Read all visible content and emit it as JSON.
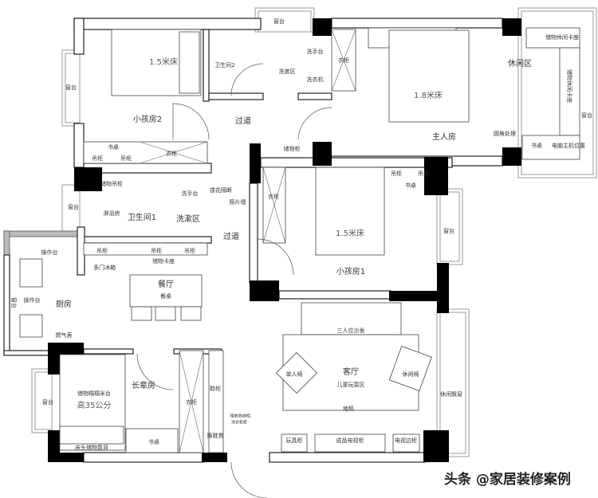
{
  "labels": {
    "window_top": "窗台",
    "wash_area_top": "洗漱区",
    "bed_kid2": "1.5米床",
    "bathroom2": "卫生间2",
    "window_left_top": "窗台",
    "kid_room2": "小孩房2",
    "corridor_top": "过道",
    "wardrobe_kid2": "衣柜",
    "desk_kid2": "书桌",
    "cabinet_kid2_a": "吊柜",
    "cabinet_kid2_b": "吊柜",
    "storage_hanging": "储物吊柜",
    "washer": "洗衣机",
    "wash_basin_top": "洗手台",
    "wardrobe_master": "衣柜",
    "bed_master": "1.8米床",
    "master_room": "主人房",
    "leisure_area": "休闲区",
    "storage_seat_top": "储物休闲卡座",
    "storage_seat_side": "储物休闲卡座",
    "window_right": "窗台",
    "rounded_corner": "圆角处理",
    "desk_master": "书桌",
    "pc_host": "电脑主机位置",
    "storage_cabinet": "储物柜",
    "wardrobe_kid1": "衣柜",
    "bed_kid1": "1.5米床",
    "desk_kid1": "书桌",
    "cabinet_kid1_a": "吊柜",
    "cabinet_kid1_b": "吊柜",
    "window_kid1": "窗台",
    "kid_room1": "小孩房1",
    "photo_wall": "照片墙",
    "lattice_partition": "镂花隔断",
    "wash_basin": "洗手台",
    "bathroom1": "卫生间1",
    "shower_room": "淋浴房",
    "wash_area": "洗漱区",
    "window_left_mid": "窗台",
    "corridor_mid": "过道",
    "counter_top": "操作台",
    "counter": "操作台",
    "window_kitchen": "窗台",
    "kitchen": "厨房",
    "cabinet_a": "吊柜",
    "cabinet_b": "吊柜",
    "cabinet_c": "吊柜",
    "fridge": "多门冰箱",
    "storage_booth": "储物卡座",
    "dining_room": "餐厅",
    "dining_table": "餐桌",
    "gas_meter": "燃气表",
    "window_elder": "窗台",
    "tatami": "储物榻榻米台",
    "tatami_height": "高35公分",
    "elder_room": "长辈房",
    "wardrobe_elder": "衣柜",
    "shoe_cabinet": "鞋柜",
    "desk_elder": "书桌",
    "headboard": "床头储物靠背",
    "shoe_bench": "换鞋凳",
    "storage_note": "摆放收纳柜,",
    "storage_note2": "洗衣机柜",
    "sofa": "三人位沙发",
    "single_chair": "单人椅",
    "living_room": "客厅",
    "kids_play": "儿童玩耍区",
    "leisure_chair": "休闲椅",
    "rug": "地毯",
    "bay_window": "休闲飘窗",
    "toy_cabinet": "玩具柜",
    "tv_cabinet": "成品电视柜",
    "tv_side": "电视边柜"
  },
  "watermark": "头条 @家居装修案例"
}
